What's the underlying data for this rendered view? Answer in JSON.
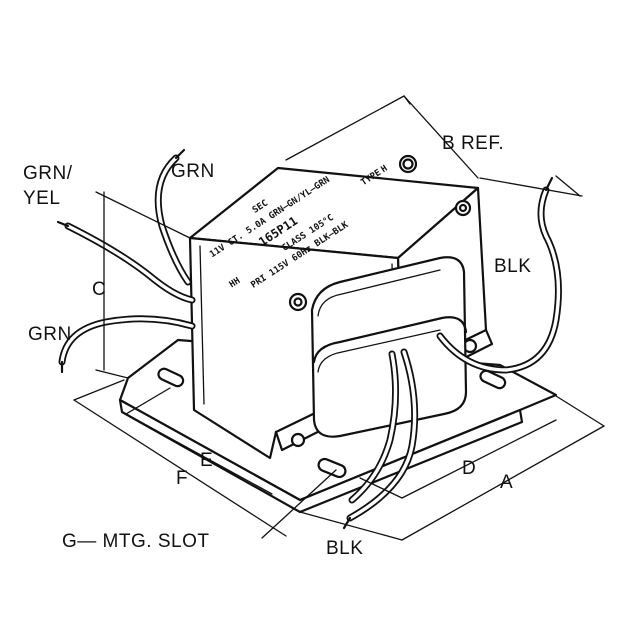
{
  "labels": {
    "b_ref": "B REF.",
    "grn_top": "GRN",
    "grn_yel_line1": "GRN/",
    "grn_yel_line2": "YEL",
    "c": "C",
    "grn_left": "GRN",
    "blk_right": "BLK",
    "e": "E",
    "f": "F",
    "d": "D",
    "a": "A",
    "g_mtg_slot": "G—  MTG.  SLOT",
    "blk_bottom": "BLK"
  },
  "stamp": {
    "sec": "SEC",
    "sec_rating": "11V CT. 5.0A GRN—GN/YL—GRN",
    "part_no": "165P11",
    "class": "CLASS 105°C",
    "pri": "PRI 115V 60Hz BLK—BLK",
    "type": "TYPE",
    "brand_mark": "HH",
    "type_mark": "H"
  }
}
